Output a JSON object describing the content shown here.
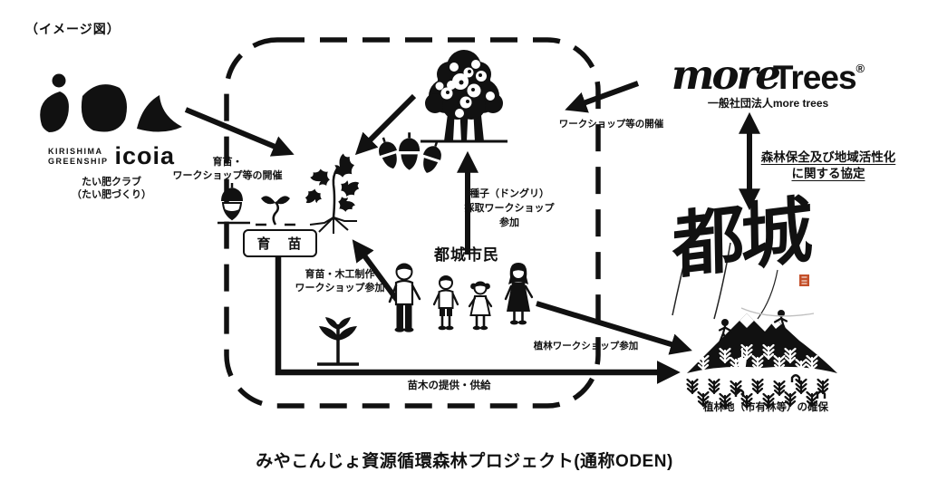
{
  "colors": {
    "ink": "#111111",
    "seal_red": "#c4502a",
    "background": "#ffffff"
  },
  "page": {
    "note": "（イメージ図）",
    "title": "みやこんじょ資源循環森林プロジェクト(通称ODEN)"
  },
  "icoia": {
    "brand_top": "KIRISHIMA",
    "brand_bottom": "GREENSHIP",
    "name": "icoia",
    "caption1": "たい肥クラブ",
    "caption2": "（たい肥づくり）"
  },
  "more_trees": {
    "script": "more",
    "bold": "Trees",
    "reg": "®",
    "subtitle": "一般社団法人more trees"
  },
  "city": {
    "calligraphy": "都城"
  },
  "agreement": {
    "line1": "森林保全及び地域活性化",
    "line2": "に関する協定"
  },
  "box": {
    "ikubyo": "育　苗"
  },
  "labels": {
    "ikubyo_ws1": "育苗・",
    "ikubyo_ws2": "ワークショップ等の開催",
    "ws_kaisai": "ワークショップ等の開催",
    "seed1": "種子（ドングリ）",
    "seed2": "採取ワークショップ",
    "seed3": "参加",
    "mokko1": "育苗・木工制作",
    "mokko2": "ワークショップ参加",
    "shokurin_ws": "植林ワークショップ参加",
    "naegi": "苗木の提供・供給",
    "shokurinchi": "植林地（市有林等）の確保",
    "citizens": "都城市民"
  }
}
